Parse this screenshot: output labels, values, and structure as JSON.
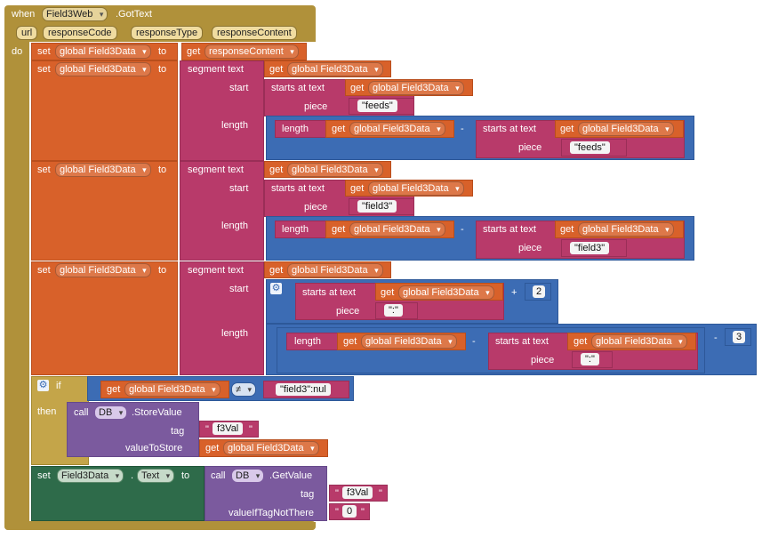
{
  "event": {
    "when": "when",
    "component": "Field3Web",
    "event_name": ".GotText",
    "params": [
      "url",
      "responseCode",
      "responseType",
      "responseContent"
    ],
    "do": "do"
  },
  "labels": {
    "set": "set",
    "to": "to",
    "get": "get",
    "segment_text": "segment  text",
    "start": "start",
    "length": "length",
    "starts_at_text": "starts at  text",
    "piece": "piece",
    "minus": "-",
    "plus": "+",
    "if": "if",
    "then": "then",
    "call": "call",
    "neq": "≠",
    "tag": "tag",
    "valueToStore": "valueToStore",
    "valueIfTagNotThere": "valueIfTagNotThere",
    "quote": "\""
  },
  "vars": {
    "global_field3data": "global Field3Data",
    "responseContent": "responseContent"
  },
  "strings": {
    "feeds": "\"feeds\"",
    "field3": "\"field3\"",
    "colon": "\":\"",
    "field3nul": "\"field3\":nul",
    "f3Val": "f3Val",
    "zero": "0"
  },
  "numbers": {
    "two": "2",
    "three": "3"
  },
  "db": {
    "component": "DB",
    "store_method": ".StoreValue",
    "get_method": ".GetValue"
  },
  "final_set": {
    "component": "Field3Data",
    "dot": ".",
    "property": "Text"
  },
  "colors": {
    "event": "#b0913a",
    "variable": "#d8612a",
    "text": "#b83a6a",
    "math": "#3c6cb4",
    "tinydb": "#7b5a9e",
    "component_setter": "#2e6b4a"
  }
}
